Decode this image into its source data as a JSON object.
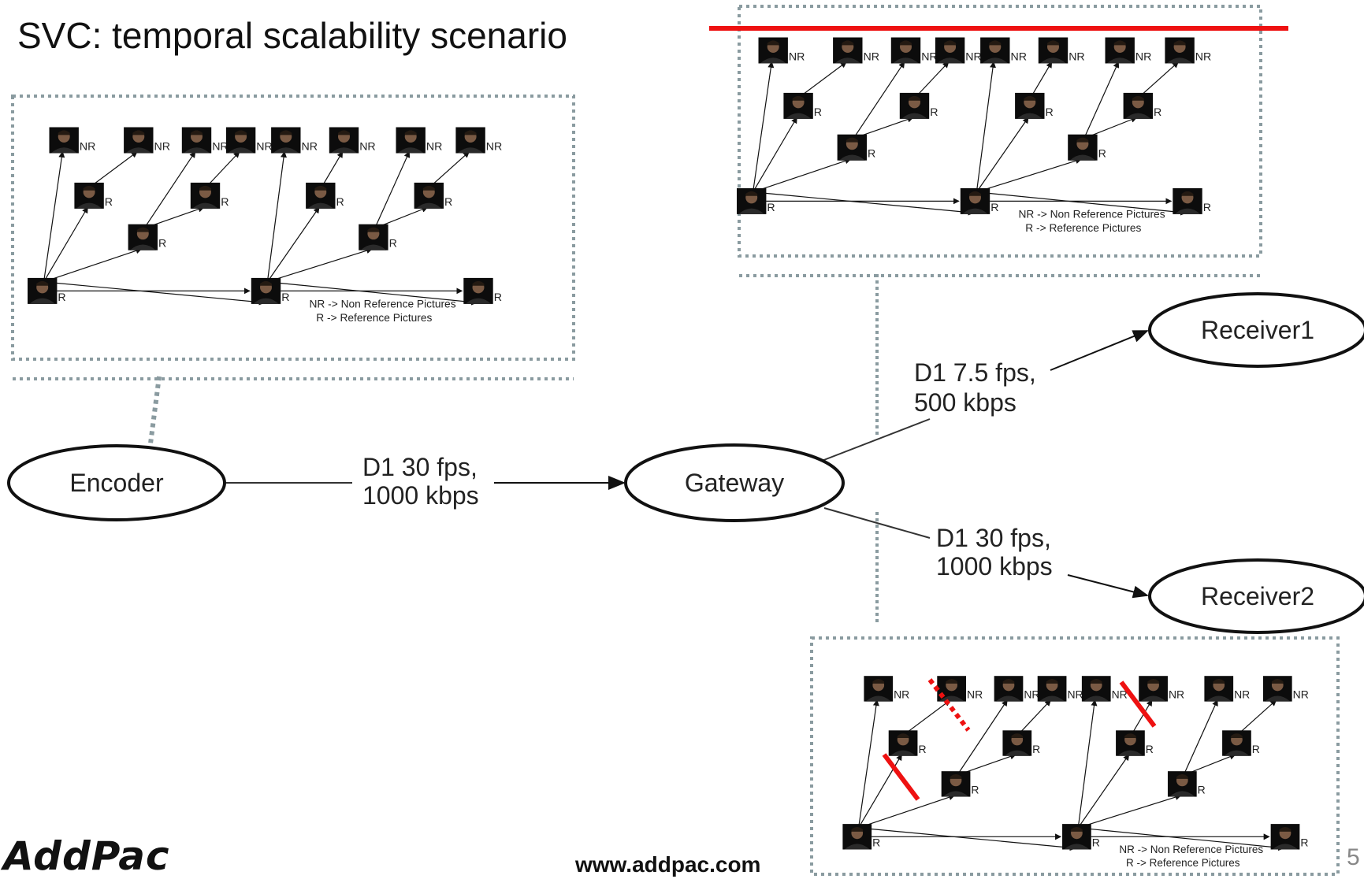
{
  "title": "SVC: temporal scalability scenario",
  "nodes": {
    "encoder": "Encoder",
    "gateway": "Gateway",
    "receiver1": "Receiver1",
    "receiver2": "Receiver2"
  },
  "links": {
    "encoder_gateway": [
      "D1 30 fps,",
      "1000 kbps"
    ],
    "gateway_receiver1": [
      "D1 7.5 fps,",
      "500 kbps"
    ],
    "gateway_receiver2": [
      "D1 30 fps,",
      "1000 kbps"
    ]
  },
  "panel_labels": {
    "nr": "NR",
    "r": "R",
    "legend_nr": "NR -> Non Reference Pictures",
    "legend_r": "R -> Reference Pictures"
  },
  "footer": {
    "logo": "AddPac",
    "website": "www.addpac.com",
    "page_number": "5"
  },
  "colors": {
    "cut_line": "#ee1111",
    "dotted_border": "#8a9ba0"
  }
}
